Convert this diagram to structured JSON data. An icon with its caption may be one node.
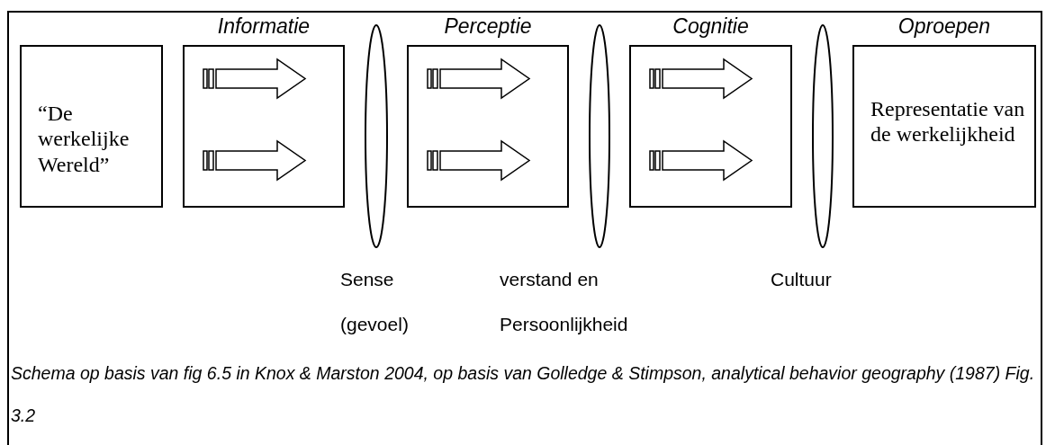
{
  "diagram": {
    "caption": "Schema op basis van fig 6.5 in Knox & Marston 2004, op basis van Golledge & Stimpson, analytical behavior geography (1987) Fig. 3.2",
    "nodes": [
      {
        "text": [
          "“De werkelijke Wereld”"
        ]
      },
      {
        "text": [
          "Informatie"
        ]
      },
      {
        "text": [],
        "shape": "ellipse",
        "beside": [
          "Sense (gevoel)"
        ]
      },
      {
        "text": [
          "Perceptie"
        ]
      },
      {
        "text": [],
        "shape": "ellipse",
        "beside": [
          "verstand en Persoonlijkheid"
        ]
      },
      {
        "text": [
          "Cognitie"
        ]
      },
      {
        "text": [],
        "shape": "ellipse",
        "beside": [
          "Cultuur"
        ]
      },
      {
        "text": [
          "Oproepen",
          "Representatie van de werkelijkheid"
        ]
      }
    ]
  }
}
